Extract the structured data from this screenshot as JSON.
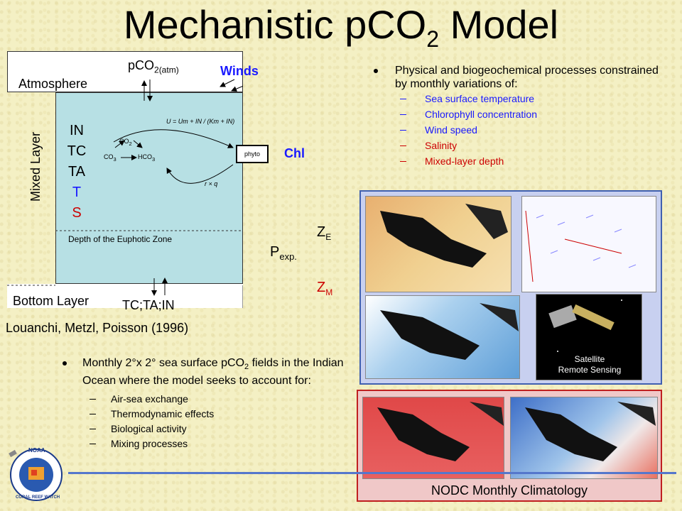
{
  "title": {
    "main": "Mechanistic pCO",
    "sub": "2",
    "suffix": " Model"
  },
  "diagram": {
    "pco2_atm": "pCO",
    "pco2_atm_sub": "2(atm)",
    "winds": "Winds",
    "atmosphere": "Atmosphere",
    "mixed_layer": "Mixed Layer",
    "vars": [
      "IN",
      "TC",
      "TA",
      "T",
      "S"
    ],
    "co2": "CO",
    "co2_sub": "2",
    "co3": "CO",
    "co3_sub": "3",
    "hco3": "HCO",
    "hco3_sub": "3",
    "phyto": "phyto",
    "chl": "Chl",
    "uptake_eq": "U = Um + IN / (Km + IN)",
    "regen": "r × q",
    "ze": "Z",
    "ze_sub": "E",
    "zm": "Z",
    "zm_sub": "M",
    "euphotic": "Depth of the Euphotic Zone",
    "pexp": "P",
    "pexp_sub": "exp.",
    "bottom_layer": "Bottom Layer",
    "bottom_fluxes": "TC;TA;IN",
    "citation": "Louanchi, Metzl, Poisson (1996)"
  },
  "right_bullets": {
    "intro": "Physical and biogeochemical processes constrained by monthly variations of:",
    "items": [
      "Sea surface temperature",
      "Chlorophyll concentration",
      "Wind speed",
      "Salinity",
      "Mixed-layer depth"
    ]
  },
  "left_bullets": {
    "intro_a": "Monthly 2°x 2° sea surface pCO",
    "intro_sub": "2",
    "intro_b": "fields in the Indian Ocean where the model seeks to account for:",
    "items": [
      "Air-sea exchange",
      "Thermodynamic effects",
      "Biological activity",
      "Mixing processes"
    ]
  },
  "satellite": {
    "line1": "Satellite",
    "line2": "Remote Sensing"
  },
  "nodc": "NODC Monthly Climatology",
  "logo": {
    "top": "NOAA",
    "bottom": "CORAL REEF WATCH"
  },
  "colors": {
    "ocean": "#b7e0e4",
    "accent_blue": "#1a1aff",
    "accent_red": "#cc0000",
    "frame_blue": "#4060b0",
    "frame_red": "#c02020"
  }
}
